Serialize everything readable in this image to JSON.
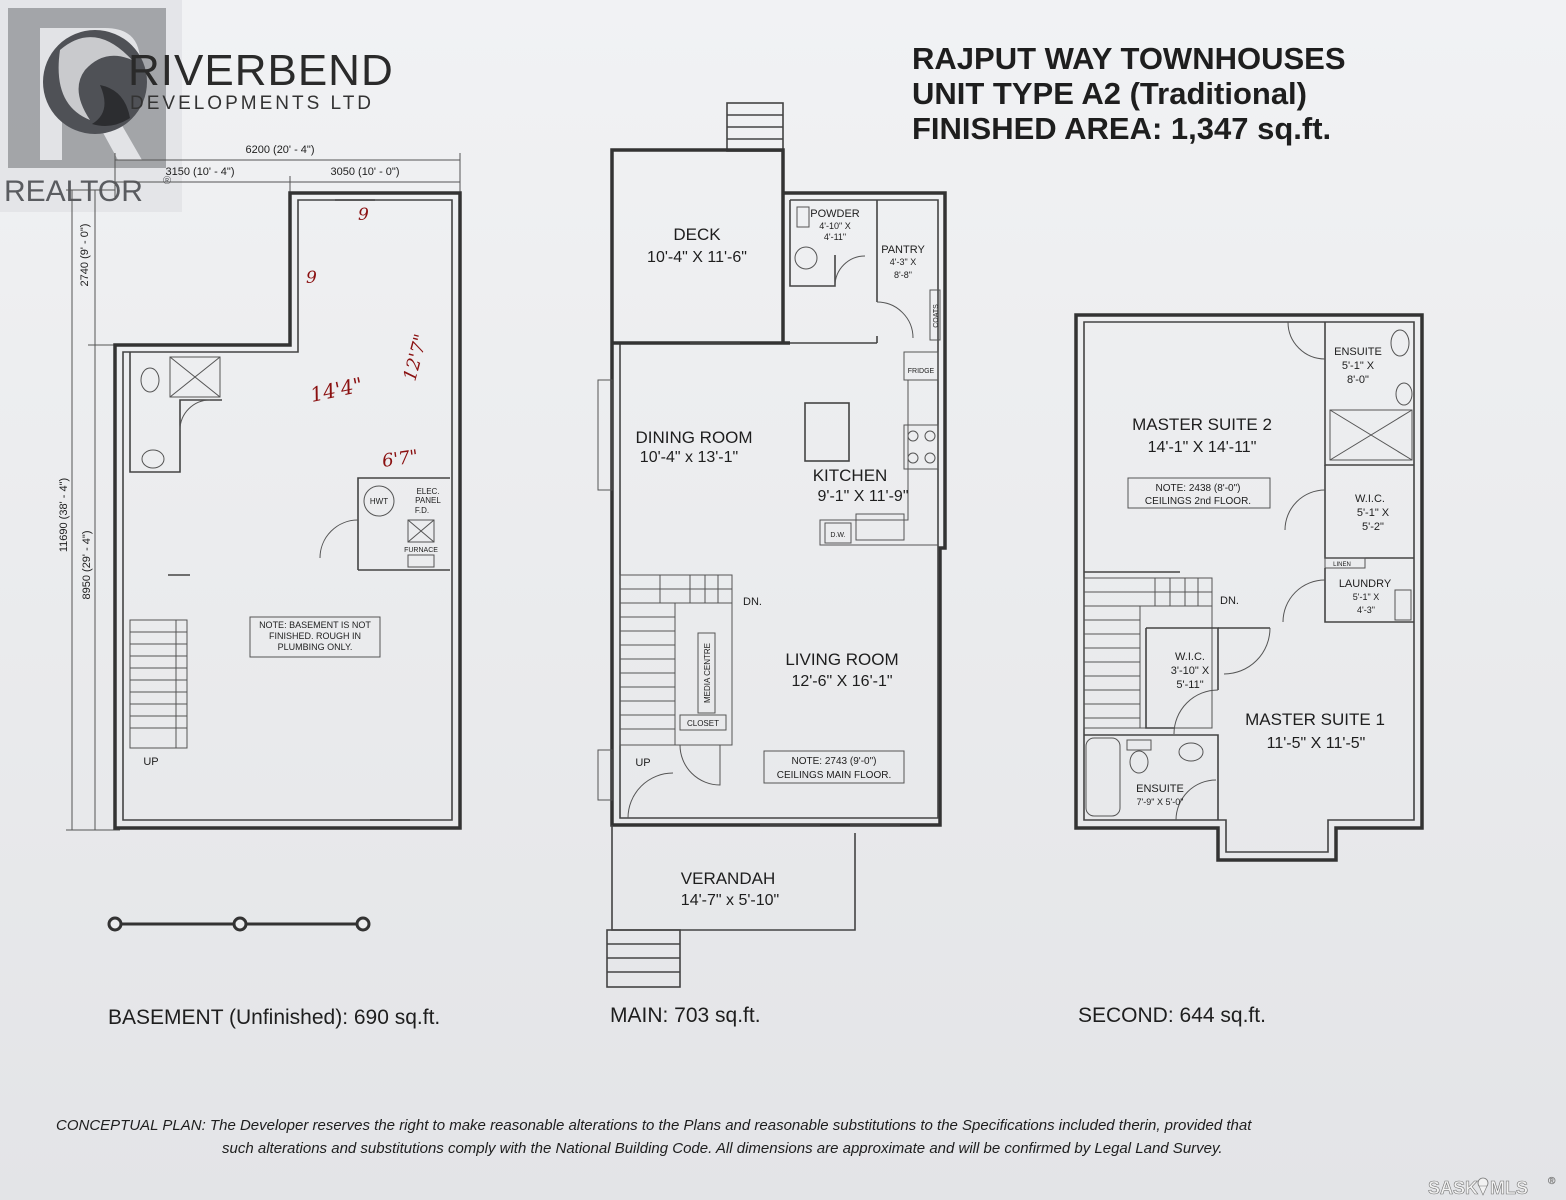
{
  "logo": {
    "brand_line1": "RIVERBEND",
    "brand_line2": "DEVELOPMENTS LTD",
    "realtor": "REALTOR",
    "realtor_mark": "®"
  },
  "header": {
    "line1": "RAJPUT WAY TOWNHOUSES",
    "line2": "UNIT TYPE A2 (Traditional)",
    "line3": "FINISHED AREA: 1,347 sq.ft."
  },
  "basement": {
    "dim_total_width": "6200 (20' - 4\")",
    "dim_left": "3150 (10' - 4\")",
    "dim_right": "3050 (10' - 0\")",
    "dim_top_offset": "2740 (9' - 0\")",
    "dim_total_length": "11690 (38' - 4\")",
    "dim_lower_length": "8950 (29' - 4\")",
    "hwt": "HWT",
    "elec_panel_1": "ELEC.",
    "elec_panel_2": "PANEL",
    "fd": "F.D.",
    "furnace": "FURNACE",
    "note_1": "NOTE: BASEMENT IS NOT",
    "note_2": "FINISHED. ROUGH IN",
    "note_3": "PLUMBING ONLY.",
    "up": "UP",
    "hw_1": "9",
    "hw_2": "9",
    "hw_3": "14'4\"",
    "hw_4": "12'7\"",
    "hw_5": "6'7\"",
    "caption": "BASEMENT (Unfinished): 690 sq.ft."
  },
  "main": {
    "deck_name": "DECK",
    "deck_dim": "10'-4\" X 11'-6\"",
    "powder_name": "POWDER",
    "powder_dim1": "4'-10\" X",
    "powder_dim2": "4'-11\"",
    "pantry_name": "PANTRY",
    "pantry_dim1": "4'-3\" X",
    "pantry_dim2": "8'-8\"",
    "coats": "COATS",
    "fridge": "FRIDGE",
    "dining_name": "DINING ROOM",
    "dining_dim": "10'-4\" x 13'-1\"",
    "kitchen_name": "KITCHEN",
    "kitchen_dim": "9'-1\" X 11'-9\"",
    "dw": "D.W.",
    "dn": "DN.",
    "media": "MEDIA CENTRE",
    "closet": "CLOSET",
    "living_name": "LIVING ROOM",
    "living_dim": "12'-6\" X 16'-1\"",
    "note_1": "NOTE: 2743 (9'-0\")",
    "note_2": "CEILINGS MAIN FLOOR.",
    "up": "UP",
    "verandah_name": "VERANDAH",
    "verandah_dim": "14'-7\" x 5'-10\"",
    "caption": "MAIN: 703 sq.ft."
  },
  "second": {
    "ensuite_top_name": "ENSUITE",
    "ensuite_top_dim1": "5'-1\" X",
    "ensuite_top_dim2": "8'-0\"",
    "ms2_name": "MASTER SUITE 2",
    "ms2_dim": "14'-1\" X 14'-11\"",
    "note_1": "NOTE: 2438 (8'-0\")",
    "note_2": "CEILINGS 2nd FLOOR.",
    "wic_top_name": "W.I.C.",
    "wic_top_dim1": "5'-1\" X",
    "wic_top_dim2": "5'-2\"",
    "linen": "LINEN",
    "laundry_name": "LAUNDRY",
    "laundry_dim1": "5'-1\" X",
    "laundry_dim2": "4'-3\"",
    "dn": "DN.",
    "wic_bot_name": "W.I.C.",
    "wic_bot_dim1": "3'-10\" X",
    "wic_bot_dim2": "5'-11\"",
    "ms1_name": "MASTER SUITE 1",
    "ms1_dim": "11'-5\" X 11'-5\"",
    "ensuite_bot_name": "ENSUITE",
    "ensuite_bot_dim": "7'-9\" X 5'-0\"",
    "caption": "SECOND: 644 sq.ft."
  },
  "footer": {
    "line1": "CONCEPTUAL PLAN: The Developer reserves the right to make reasonable alterations to the Plans and reasonable substitutions to the Specifications included therin, provided that",
    "line2": "such alterations and substitutions comply with the National Building Code. All dimensions are approximate and will be confirmed by Legal Land Survey."
  },
  "watermark": {
    "text": "SASK",
    "suffix": "MLS",
    "mark": "®"
  }
}
